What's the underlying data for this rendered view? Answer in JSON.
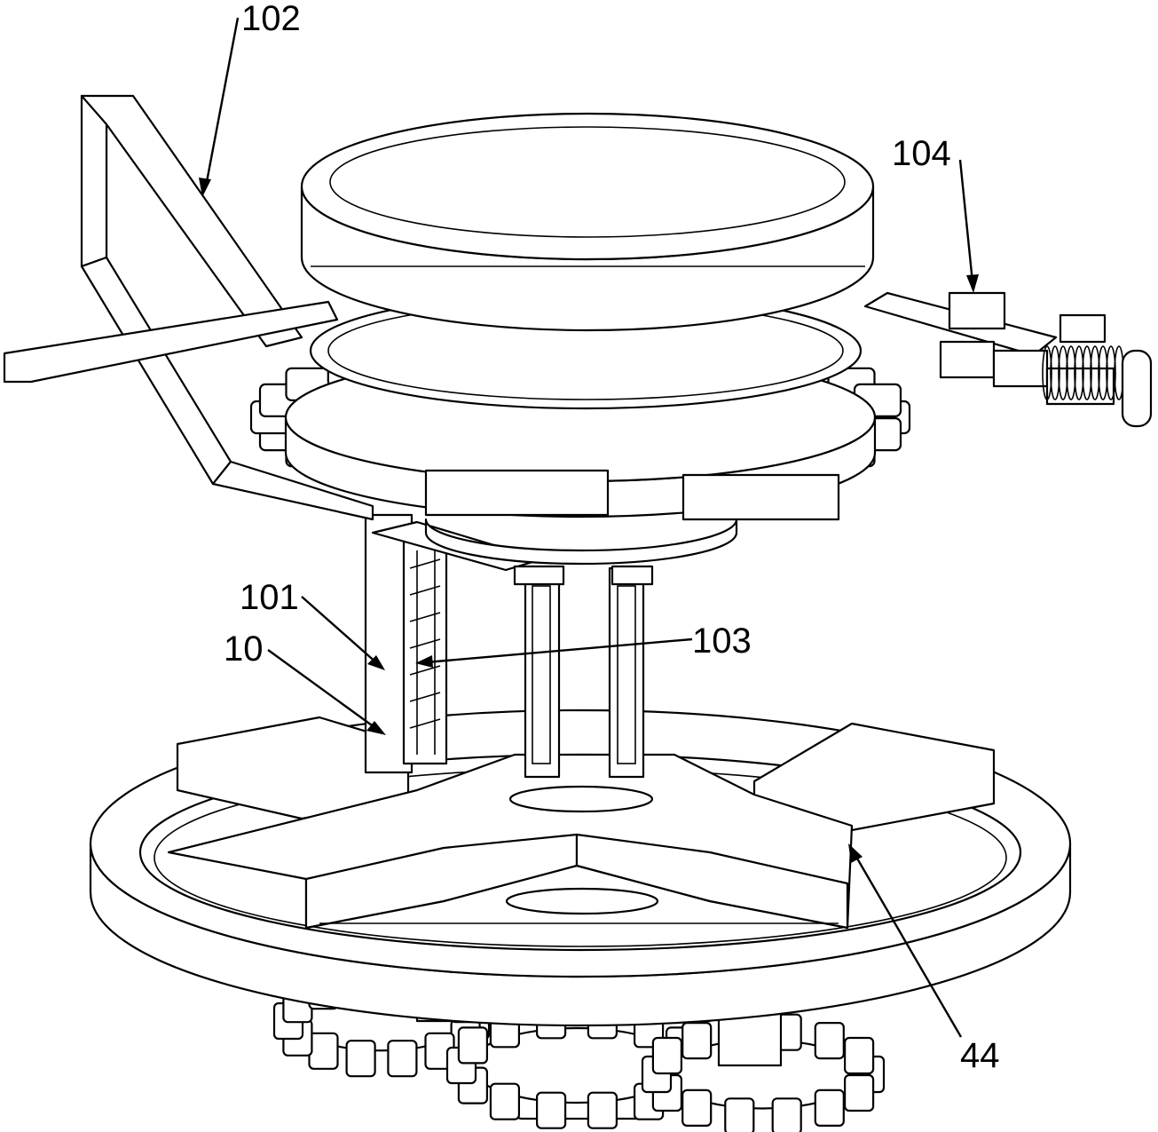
{
  "figure": {
    "labels": {
      "l102": "102",
      "l104": "104",
      "l101": "101",
      "l10": "10",
      "l103": "103",
      "l44": "44"
    }
  }
}
